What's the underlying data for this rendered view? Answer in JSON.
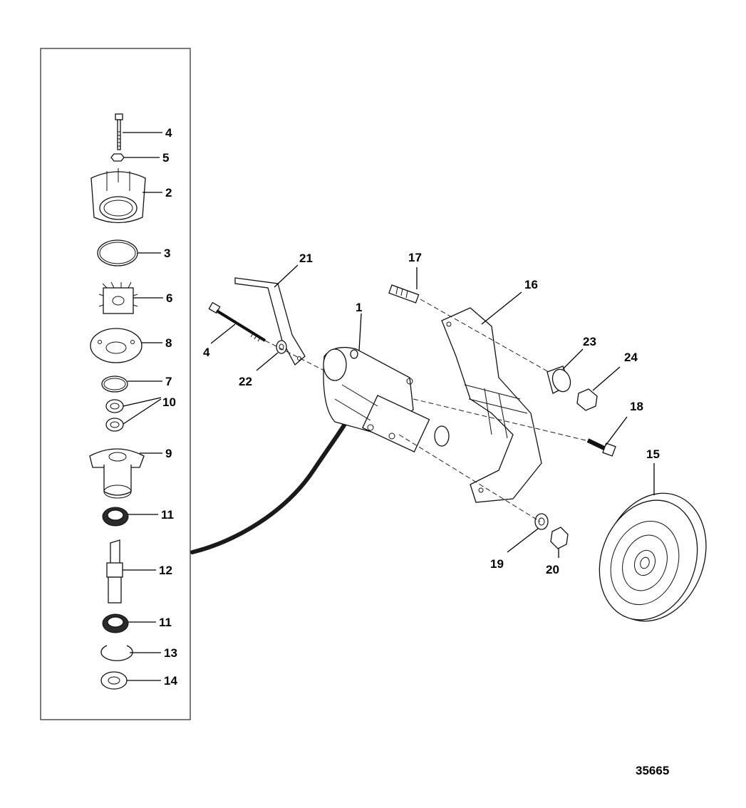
{
  "figure_id": "35665",
  "callouts": {
    "c1": "1",
    "c2": "2",
    "c3": "3",
    "c4a": "4",
    "c4b": "4",
    "c5": "5",
    "c6": "6",
    "c7": "7",
    "c8": "8",
    "c9": "9",
    "c10": "10",
    "c11a": "11",
    "c11b": "11",
    "c12": "12",
    "c13": "13",
    "c14": "14",
    "c15": "15",
    "c16": "16",
    "c17": "17",
    "c18": "18",
    "c19": "19",
    "c20": "20",
    "c21": "21",
    "c22": "22",
    "c23": "23",
    "c24": "24"
  },
  "icons": {
    "bolt": "bolt-icon",
    "nut": "nut-icon",
    "pump-body": "pump-body-icon",
    "o-ring": "o-ring-icon",
    "impeller": "impeller-icon",
    "plate": "wear-plate-icon",
    "bearing": "bearing-icon",
    "housing": "bearing-housing-icon",
    "shaft": "shaft-icon",
    "snap-ring": "snap-ring-icon",
    "washer": "washer-icon",
    "pulley": "pulley-icon",
    "bracket": "bracket-icon",
    "stud": "stud-icon",
    "cap": "cap-icon"
  }
}
